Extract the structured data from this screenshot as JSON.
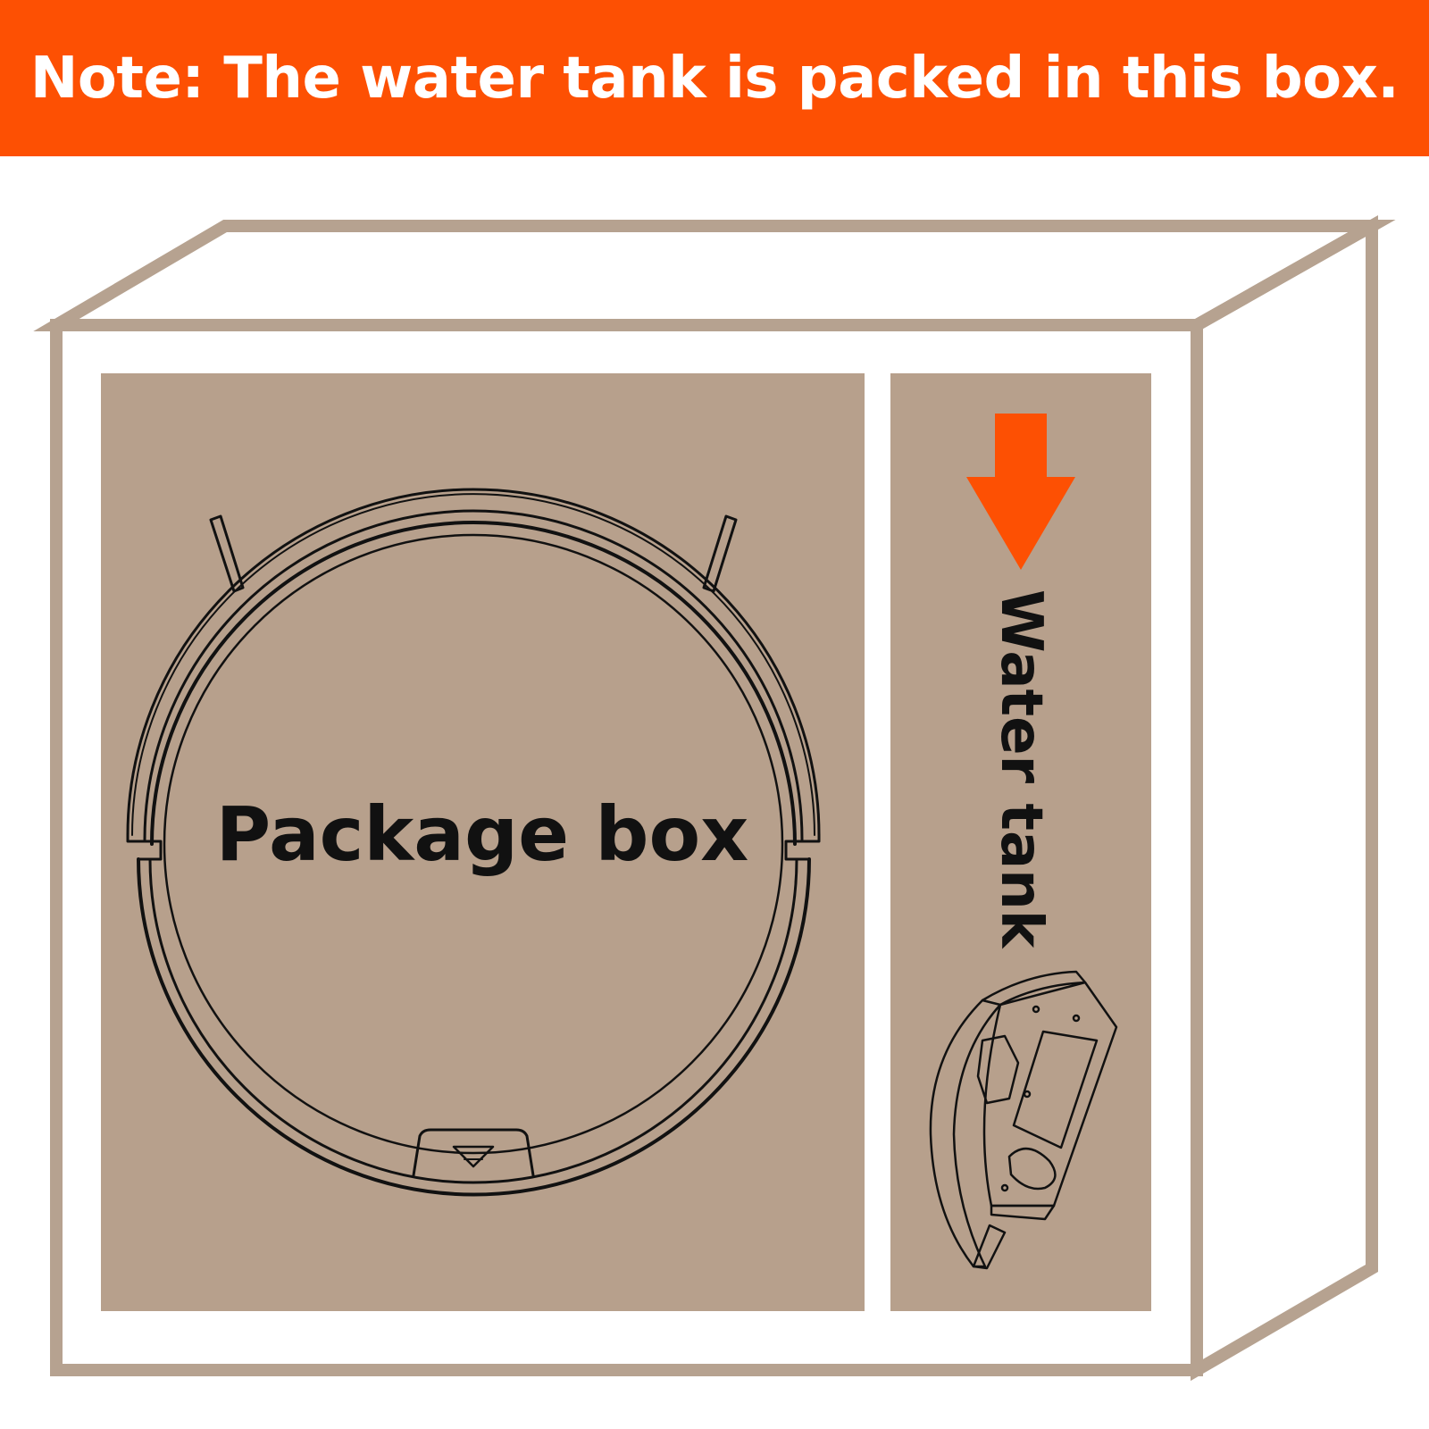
{
  "banner": {
    "text": "Note: The water tank is packed in this box."
  },
  "package_box": {
    "label": "Package box"
  },
  "water_tank": {
    "label": "Water tank"
  },
  "colors": {
    "accent": "#fd5003",
    "box_outline": "#b6a290",
    "compartment_fill": "#b7a08c",
    "line": "#111111",
    "background": "#ffffff"
  },
  "icons": [
    "down-arrow-icon",
    "robot-vacuum-icon",
    "water-tank-icon"
  ]
}
